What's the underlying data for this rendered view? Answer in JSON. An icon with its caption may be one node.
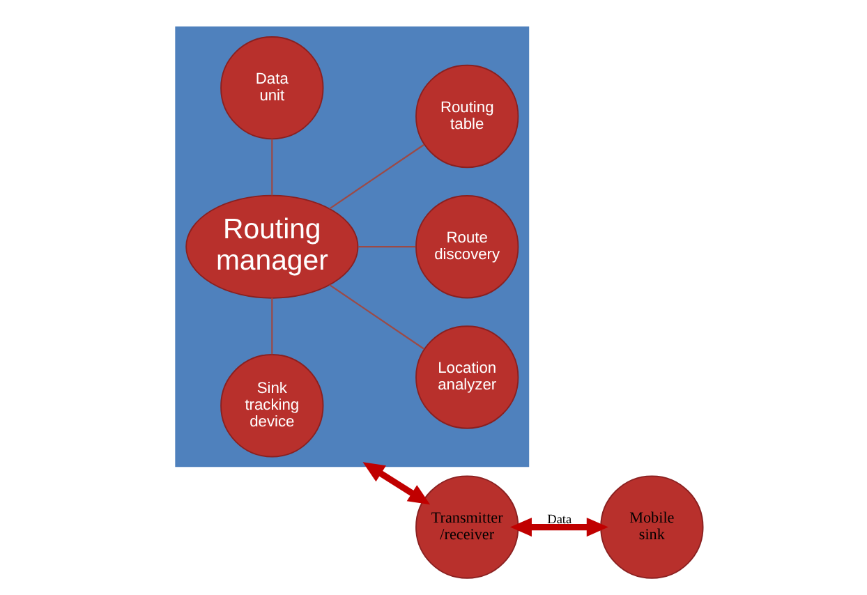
{
  "diagram": {
    "nodes": [
      {
        "text": [],
        "shape": "box"
      },
      {
        "text": [
          "Sink tracking device"
        ],
        "in": 0
      },
      {
        "text": [
          "Location analyzer"
        ],
        "in": 0
      },
      {
        "text": [
          "Data unit"
        ],
        "in": 0
      },
      {
        "text": [
          "Routing manager"
        ],
        "in": 0
      },
      {
        "text": [
          "Route discovery"
        ],
        "in": 0
      },
      {
        "text": [
          "Routing table"
        ],
        "in": 0
      },
      {
        "text": [
          "Transmitter /receiver"
        ]
      },
      {
        "text": [
          "Mobile sink"
        ]
      }
    ],
    "edges": [
      {
        "from": 4,
        "to": 1,
        "arrow": "none"
      },
      {
        "from": 4,
        "to": 2,
        "arrow": "none"
      },
      {
        "from": 4,
        "to": 3,
        "arrow": "none"
      },
      {
        "from": 4,
        "to": 5,
        "arrow": "none"
      },
      {
        "from": 4,
        "to": 6,
        "arrow": "none"
      },
      {
        "from": 0,
        "to": 7,
        "arrow": "both",
        "style": "thick",
        "color": "#c00000"
      },
      {
        "from": 7,
        "to": 8,
        "arrow": "both",
        "style": "thick",
        "color": "#c00000",
        "label": "Data"
      }
    ]
  }
}
